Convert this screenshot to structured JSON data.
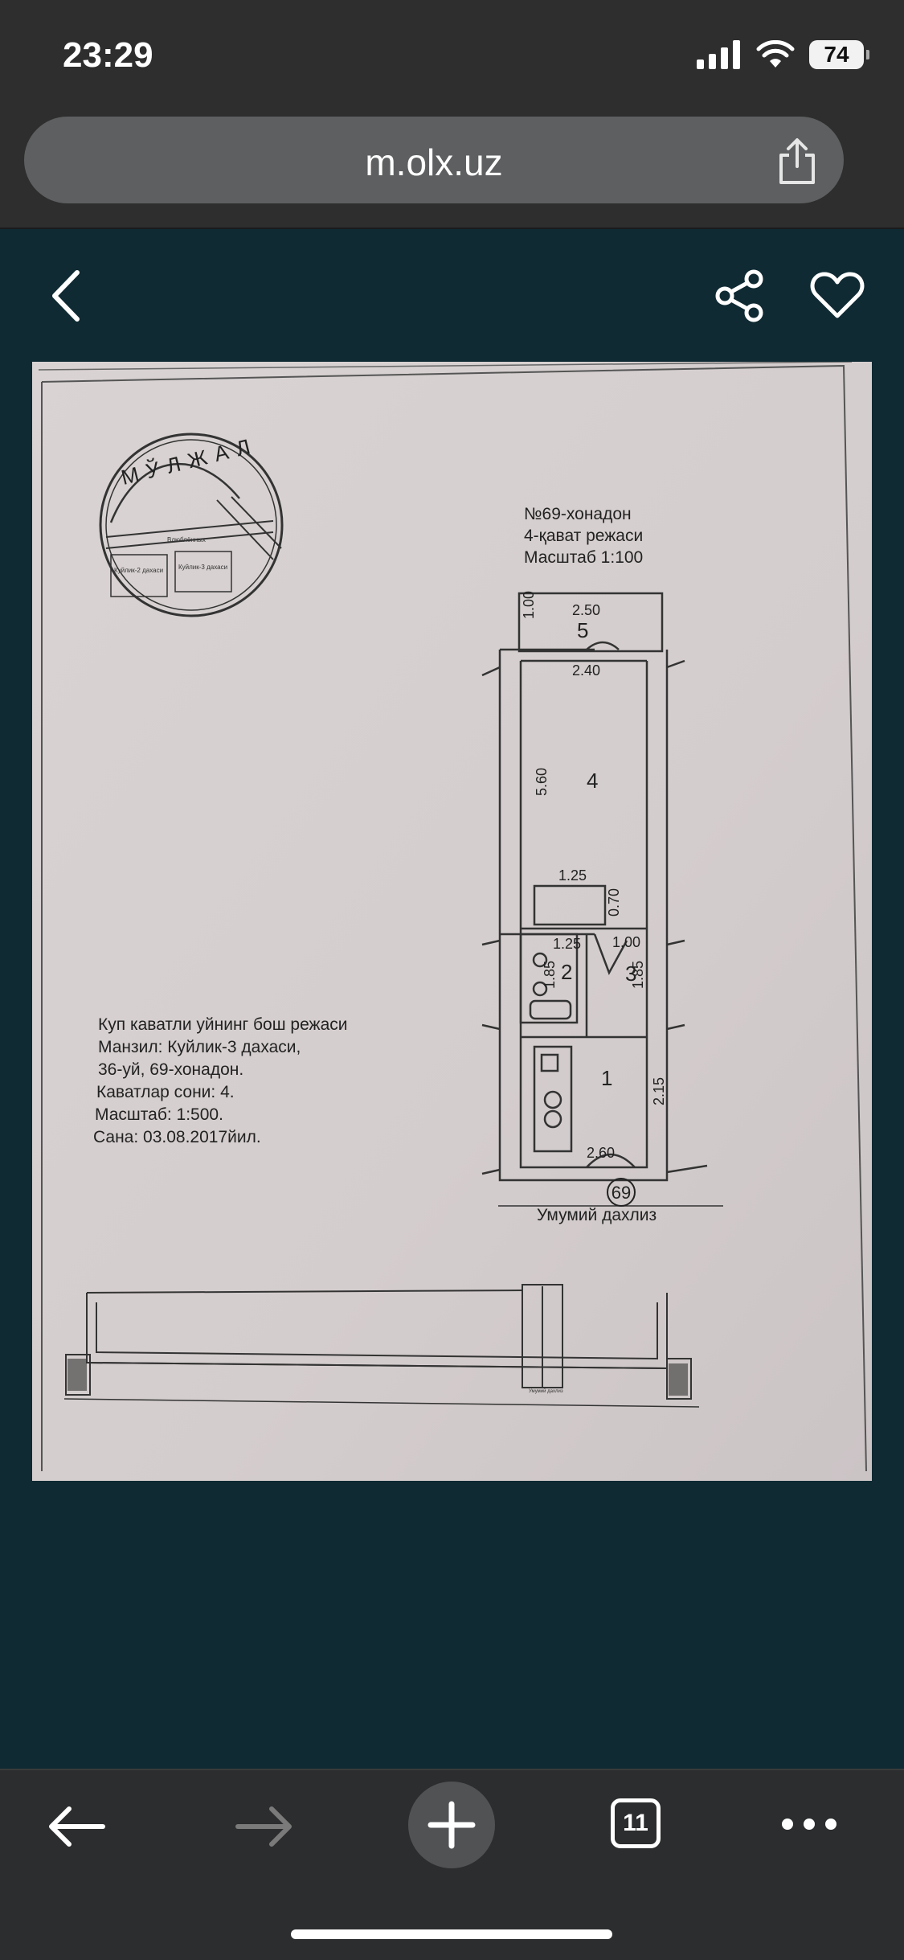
{
  "status": {
    "time": "23:29",
    "battery": "74"
  },
  "browser": {
    "url": "m.olx.uz",
    "tab_count": "11"
  },
  "plan": {
    "locator_title": "МЎЛЖАЛ",
    "locator_street": "Влюблённых",
    "locator_block_a": "Куйлик-2 дахаси",
    "locator_block_b": "Куйлик-3 дахаси",
    "apt_title": "№69-хонадон",
    "floor": "4-қават режаси",
    "scale_top": "Масштаб 1:100",
    "rooms": [
      "1",
      "2",
      "3",
      "4",
      "5"
    ],
    "dims": {
      "d_250": "2.50",
      "d_100_left": "1.00",
      "d_240": "2.40",
      "d_560": "5.60",
      "d_125_top": "1.25",
      "d_070": "0.70",
      "d_125_bath": "1.25",
      "d_100_hall": "1.00",
      "d_185_left": "1.85",
      "d_185_right": "1.85",
      "d_215": "2.15",
      "d_260": "2.60"
    },
    "apartment_number": "69",
    "corridor": "Умумий дахлиз",
    "info_lines": [
      "Куп каватли уйнинг бош режаси",
      "Манзил: Куйлик-3 дахаси,",
      "36-уй, 69-хонадон.",
      "Каватлар сони: 4.",
      "Масштаб:         1:500.",
      "Сана:  03.08.2017йил."
    ],
    "mini_label": "Умумий дахлиз"
  }
}
